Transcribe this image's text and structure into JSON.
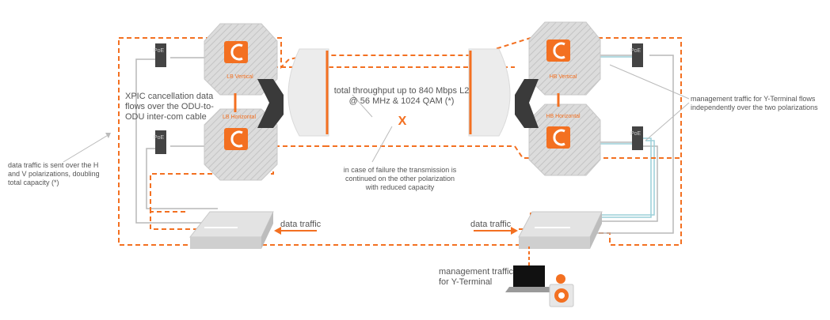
{
  "labels": {
    "lb_vertical": "LB Vertical",
    "lb_horizontal": "LB Horizontal",
    "hb_vertical": "HB Vertical",
    "hb_horizontal": "HB Horizontal",
    "poe": "PoE",
    "xpic_note": "XPIC cancellation data\nflows over the ODU-to-\nODU inter-com cable",
    "throughput_note": "total throughput up to 840 Mbps L2\n@ 56 MHz & 1024 QAM (*)",
    "failure_note": "in case of failure the transmission is\ncontinued on the other polarization\nwith reduced capacity",
    "data_polarization_note": "data traffic is sent over the H\nand V polarizations, doubling\ntotal capacity (*)",
    "mgmt_flow_note": "management traffic for Y-Terminal flows\nindependently over the two polarizations",
    "data_traffic_left": "data traffic",
    "data_traffic_right": "data traffic",
    "mgmt_terminal_note": "management traffic\nfor Y-Terminal",
    "failure_mark": "X"
  },
  "colors": {
    "accent": "#f37021",
    "unit_gray": "#d6d6d6",
    "connector_dark": "#3a3a3a",
    "antenna": "#ececec",
    "link_blue": "#9ccfd8",
    "line_gray": "#b8b8b8"
  }
}
